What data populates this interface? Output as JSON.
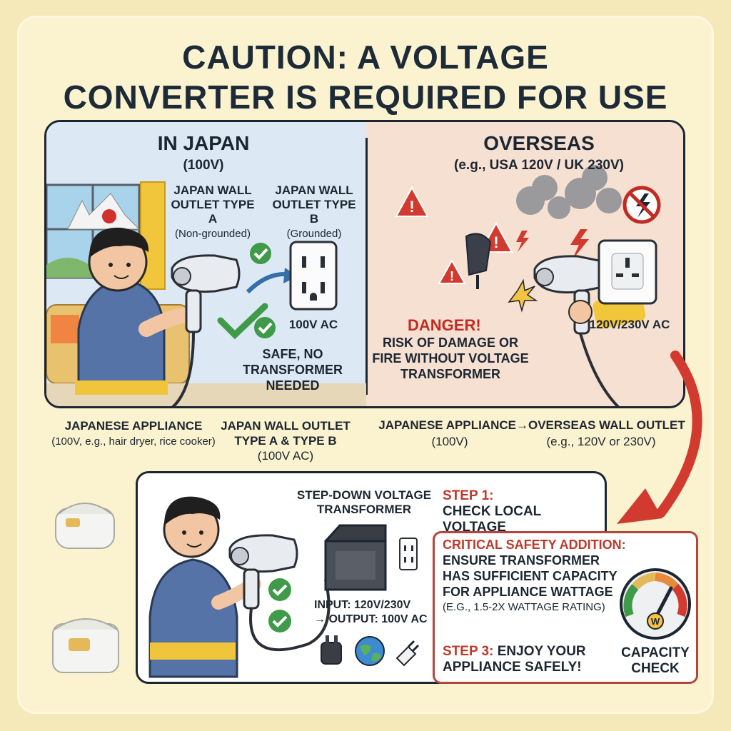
{
  "title": {
    "line1": "CAUTION: A VOLTAGE",
    "line2": "CONVERTER IS REQUIRED FOR USE"
  },
  "japan": {
    "heading": "IN JAPAN",
    "voltage": "(100V)",
    "outlet_a": "JAPAN WALL OUTLET TYPE A",
    "outlet_a_note": "(Non-grounded)",
    "outlet_b": "JAPAN WALL OUTLET TYPE B",
    "outlet_b_note": "(Grounded)",
    "outlet_voltage": "100V AC",
    "safe_text": "SAFE, NO TRANSFORMER NEEDED"
  },
  "overseas": {
    "heading": "OVERSEAS",
    "example": "(e.g., USA 120V / UK 230V)",
    "danger": "DANGER!",
    "risk": "RISK OF DAMAGE OR FIRE WITHOUT VOLTAGE TRANSFORMER",
    "outlet_voltage": "120V/230V AC"
  },
  "captions": {
    "appliance_title": "JAPANESE APPLIANCE",
    "appliance_desc": "(100V, e.g., hair dryer, rice cooker)",
    "outlet_title": "JAPAN WALL OUTLET TYPE A & TYPE B",
    "outlet_desc": "(100V AC)",
    "flow_left": "JAPANESE APPLIANCE",
    "flow_arrow": "→",
    "flow_right": "OVERSEAS WALL OUTLET",
    "flow_left_desc": "(100V)",
    "flow_right_desc": "(e.g., 120V or 230V)"
  },
  "solution": {
    "transformer_label": "STEP-DOWN VOLTAGE TRANSFORMER",
    "io_input": "INPUT: 120V/230V",
    "io_output": "→ OUTPUT: 100V AC",
    "step1_label": "STEP 1:",
    "step1_text": "CHECK LOCAL VOLTAGE",
    "critical_label": "CRITICAL SAFETY ADDITION:",
    "critical_text": "ENSURE TRANSFORMER HAS SUFFICIENT CAPACITY FOR APPLIANCE WATTAGE",
    "critical_note": "(E.G., 1.5-2X WATTAGE RATING)",
    "step3_label": "STEP 3:",
    "step3_text": "ENJOY YOUR APPLIANCE SAFELY!",
    "capacity_label": "CAPACITY CHECK",
    "gauge_unit": "W"
  },
  "colors": {
    "background": "#f5e9b9",
    "japan_panel": "#dce8f3",
    "overseas_panel": "#f6e0d2",
    "danger_red": "#c32b22",
    "safe_green": "#3f9a49",
    "dark_ink": "#1c2631"
  },
  "icons": [
    "warning-icon",
    "no-lightning-icon",
    "checkmark-icon",
    "globe-icon",
    "plug-icon",
    "gauge-icon",
    "rice-cooker-icon",
    "hair-dryer-icon",
    "outlet-icon"
  ]
}
